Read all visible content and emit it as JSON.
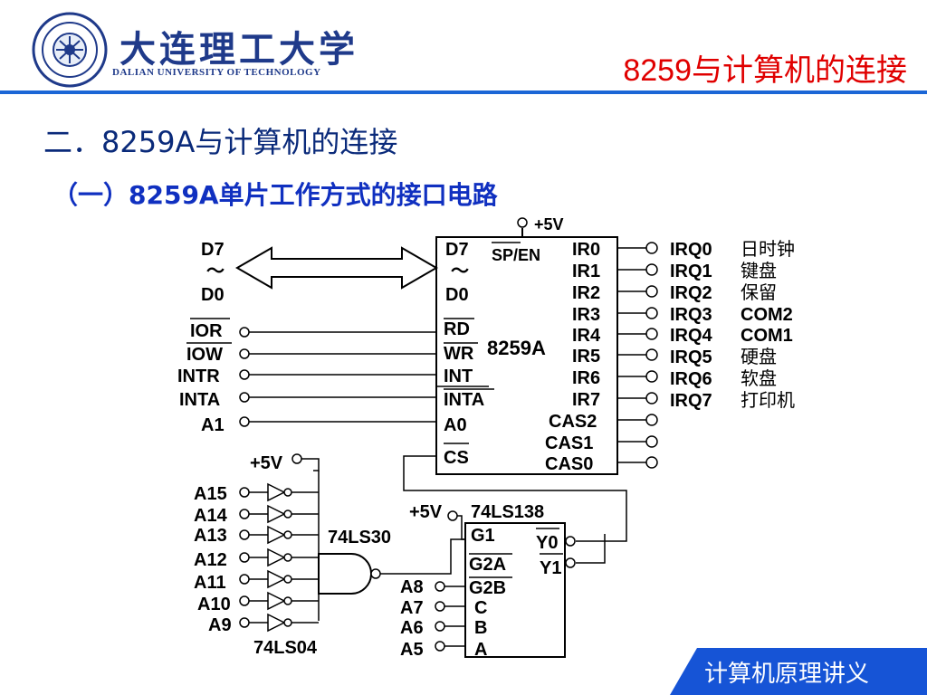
{
  "header": {
    "university_cn": "大连理工大学",
    "university_en": "DALIAN UNIVERSITY OF TECHNOLOGY",
    "slide_title": "8259与计算机的连接"
  },
  "heading": {
    "main": "二．8259A与计算机的连接",
    "sub": "（一）8259A单片工作方式的接口电路"
  },
  "diagram": {
    "chip_8259": {
      "name": "8259A",
      "left_pins": [
        "D7",
        "～",
        "D0",
        "RD",
        "WR",
        "INT",
        "INTA",
        "A0",
        "CS"
      ],
      "sp_en": "SP/EN",
      "right_pins": [
        "IR0",
        "IR1",
        "IR2",
        "IR3",
        "IR4",
        "IR5",
        "IR6",
        "IR7",
        "CAS2",
        "CAS1",
        "CAS0"
      ],
      "vcc": "+5V"
    },
    "bus_labels": [
      "D7",
      "～",
      "D0"
    ],
    "left_signals": [
      "IOR",
      "IOW",
      "INTR",
      "INTA",
      "A1"
    ],
    "irq": [
      {
        "name": "IRQ0",
        "device": "日时钟"
      },
      {
        "name": "IRQ1",
        "device": "键盘"
      },
      {
        "name": "IRQ2",
        "device": "保留"
      },
      {
        "name": "IRQ3",
        "device": "COM2"
      },
      {
        "name": "IRQ4",
        "device": "COM1"
      },
      {
        "name": "IRQ5",
        "device": "硬盘"
      },
      {
        "name": "IRQ6",
        "device": "软盘"
      },
      {
        "name": "IRQ7",
        "device": "打印机"
      }
    ],
    "inverter_inputs": [
      "A15",
      "A14",
      "A13",
      "A12",
      "A11",
      "A10",
      "A9"
    ],
    "inverter_chip": "74LS04",
    "nand_chip": "74LS30",
    "nand_vcc": "+5V",
    "decoder": {
      "name": "74LS138",
      "vcc": "+5V",
      "left_pins": [
        "G1",
        "G2A",
        "G2B",
        "C",
        "B",
        "A"
      ],
      "right_pins": [
        "Y0",
        "Y1"
      ],
      "inputs": [
        "A8",
        "A7",
        "A6",
        "A5"
      ]
    }
  },
  "footer": {
    "text": "计算机原理讲义"
  }
}
